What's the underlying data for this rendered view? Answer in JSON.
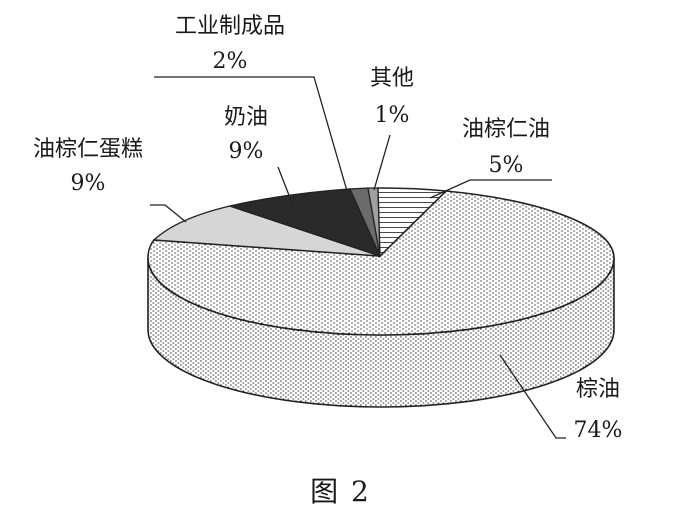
{
  "figure_caption": "图 2",
  "chart_data": {
    "type": "pie",
    "style": "3d-exploded-view-oblique",
    "slices": [
      {
        "label": "棕油",
        "value": 74,
        "value_text": "74%",
        "fill": "horizontal-hatch-dense"
      },
      {
        "label": "油棕仁蛋糕",
        "value": 9,
        "value_text": "9%",
        "fill": "#d6d6d6"
      },
      {
        "label": "奶油",
        "value": 9,
        "value_text": "9%",
        "fill": "#2a2a2a"
      },
      {
        "label": "工业制成品",
        "value": 2,
        "value_text": "2%",
        "fill": "#6b6b6b"
      },
      {
        "label": "其他",
        "value": 1,
        "value_text": "1%",
        "fill": "#a0a0a0"
      },
      {
        "label": "油棕仁油",
        "value": 5,
        "value_text": "5%",
        "fill": "horizontal-hatch-sparse"
      }
    ]
  }
}
